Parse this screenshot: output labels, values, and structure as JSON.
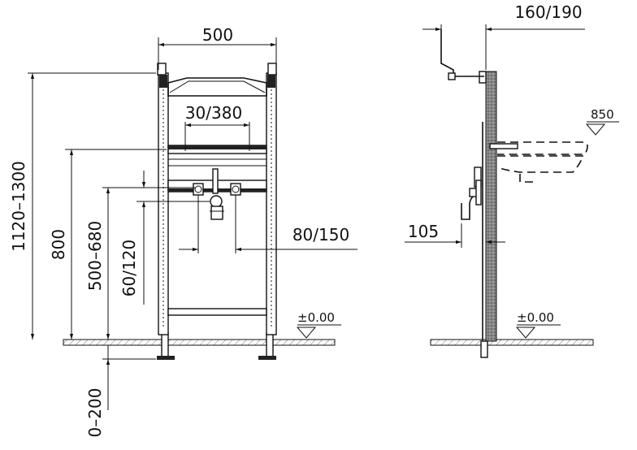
{
  "front_view": {
    "width_label": "500",
    "frame_height_label": "1120–1300",
    "connection_height_label": "800",
    "fixture_height_label": "500–680",
    "inlet_spacing_label": "60/120",
    "tap_spacing_label": "30/380",
    "drain_spacing_label": "80/150",
    "floor_level_label": "±0.00",
    "foot_adjust_label": "0–200"
  },
  "side_view": {
    "depth_label": "160/190",
    "basin_label": "850",
    "offset_label": "105",
    "floor_level_label": "±0.00"
  }
}
